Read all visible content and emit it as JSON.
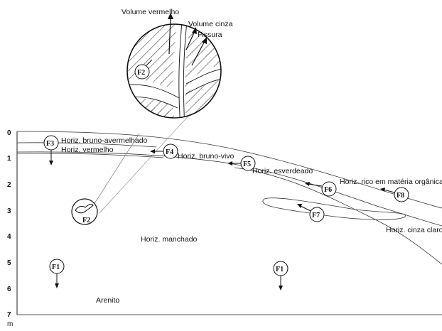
{
  "diagram": {
    "depth_axis": {
      "ticks": [
        "0",
        "1",
        "2",
        "3",
        "4",
        "5",
        "6",
        "7"
      ],
      "unit": "m"
    },
    "zoom_labels": {
      "red_volume": "Volume vermelho",
      "grey_volume": "Volume cinza",
      "fissure": "Fissura"
    },
    "horizons": {
      "reddish_brown": "Horiz. bruno-avermelhado",
      "red": "Horiz. vermelho",
      "bright_brown": "Horiz. bruno-vivo",
      "greenish": "Horiz. esverdeado",
      "organic_rich": "Horiz. rico em matéria orgânica",
      "mottled": "Horiz. manchado",
      "light_grey": "Horiz. cinza claro",
      "sandstone": "Arenito"
    },
    "markers": {
      "f1": "F1",
      "f2": "F2",
      "f3": "F3",
      "f4": "F4",
      "f5": "F5",
      "f6": "F6",
      "f7": "F7",
      "f8": "F8"
    }
  }
}
